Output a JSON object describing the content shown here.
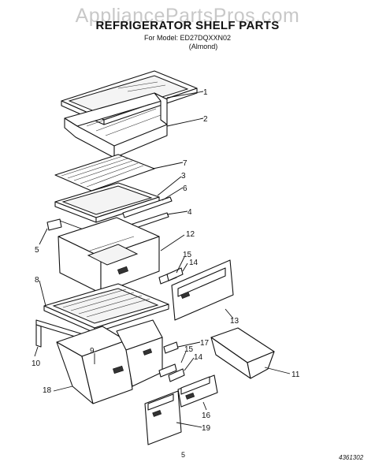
{
  "watermark": "AppliancePartsPros.com",
  "header": {
    "title": "REFRIGERATOR SHELF PARTS",
    "model": "For Model: ED27DQXXN02",
    "color": "(Almond)"
  },
  "callouts": [
    "1",
    "2",
    "7",
    "3",
    "6",
    "4",
    "5",
    "12",
    "15",
    "14",
    "8",
    "13",
    "10",
    "9",
    "17",
    "15",
    "14",
    "11",
    "18",
    "16",
    "19"
  ],
  "footer": {
    "page_number": "5",
    "doc_ref": "4361302"
  }
}
